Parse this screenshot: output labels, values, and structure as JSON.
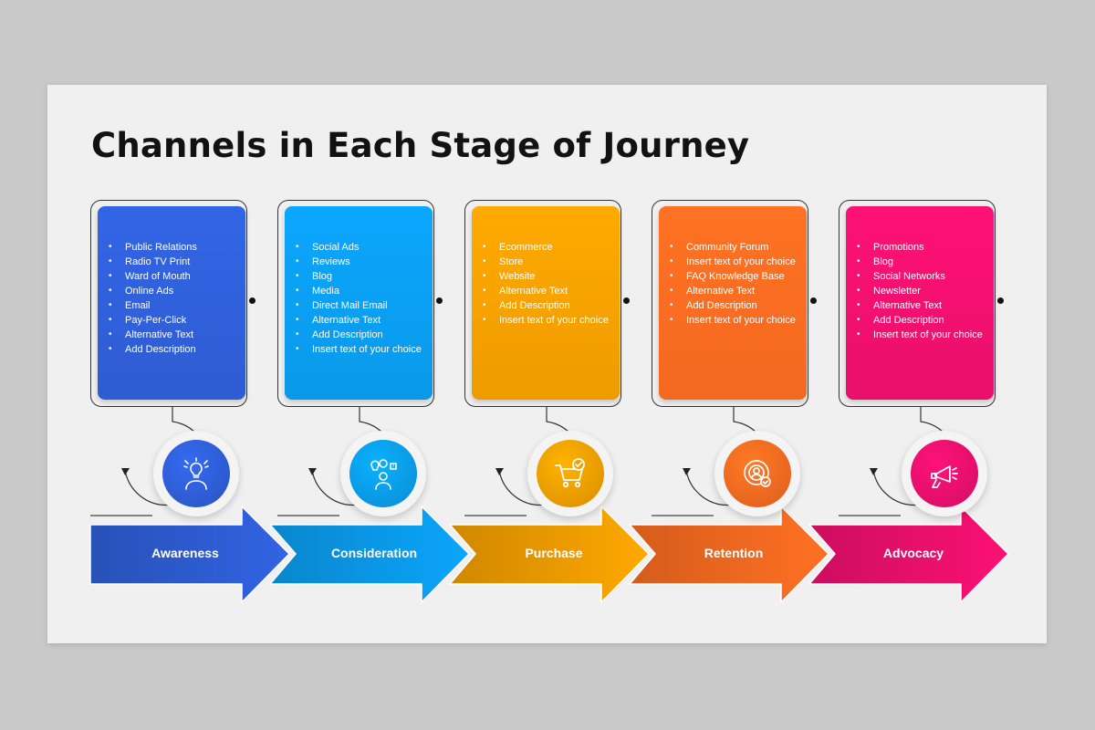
{
  "title": "Channels in Each Stage of Journey",
  "stages": [
    {
      "name": "Awareness",
      "color": "#2f5fd9",
      "icon": "lightbulb-person-icon",
      "items": [
        "Public Relations",
        "Radio TV Print",
        "Ward of Mouth",
        "Online Ads",
        "Email",
        "Pay-Per-Click",
        "Alternative Text",
        "Add Description"
      ]
    },
    {
      "name": "Consideration",
      "color": "#0a9ef0",
      "icon": "thinking-person-icon",
      "items": [
        "Social Ads",
        "Reviews",
        "Blog",
        "Media",
        "Direct Mail Email",
        "Alternative Text",
        "Add Description",
        "Insert text of your choice"
      ]
    },
    {
      "name": "Purchase",
      "color": "#f5a000",
      "icon": "shopping-cart-check-icon",
      "items": [
        "Ecommerce",
        "Store",
        "Website",
        "Alternative Text",
        "Add Description",
        "Insert text of your choice"
      ]
    },
    {
      "name": "Retention",
      "color": "#fb6c21",
      "icon": "target-check-icon",
      "items": [
        "Community Forum",
        "Insert text of your choice",
        "FAQ Knowledge Base",
        "Alternative Text",
        "Add Description",
        "Insert text of your choice"
      ]
    },
    {
      "name": "Advocacy",
      "color": "#f0106e",
      "icon": "megaphone-hand-icon",
      "items": [
        "Promotions",
        "Blog",
        "Social Networks",
        "Newsletter",
        "Alternative Text",
        "Add Description",
        "Insert text of your choice"
      ]
    }
  ]
}
